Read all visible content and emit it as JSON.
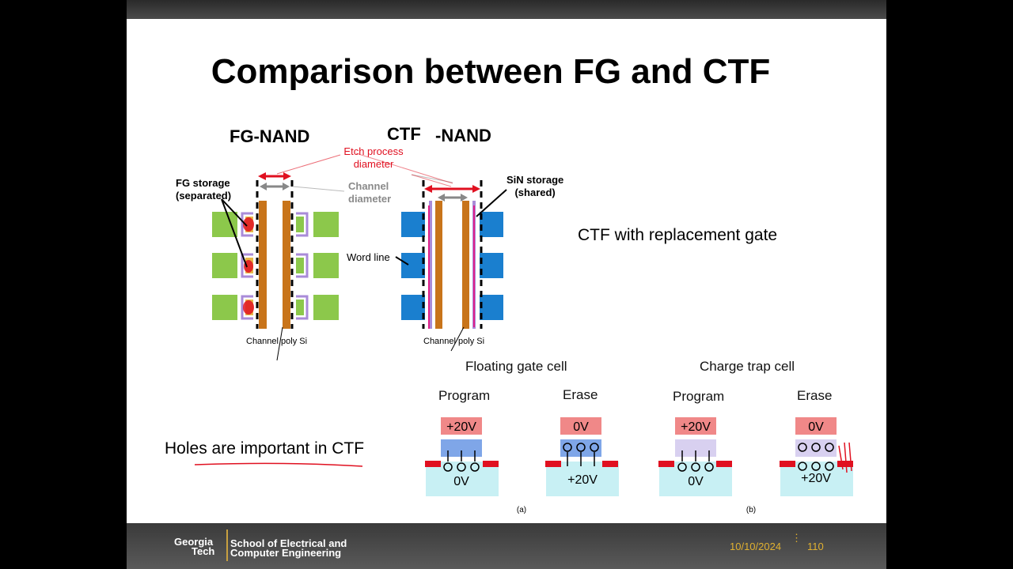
{
  "slide": {
    "title": "Comparison between FG and CTF",
    "fg_heading": "FG-NAND",
    "ctf_heading_a": "CTF",
    "ctf_heading_b": "-NAND",
    "etch_label_1": "Etch process",
    "etch_label_2": "diameter",
    "channel_label_1": "Channel",
    "channel_label_2": "diameter",
    "fg_storage_1": "FG storage",
    "fg_storage_2": "(separated)",
    "sin_storage_1": "SiN storage",
    "sin_storage_2": "(shared)",
    "word_line": "Word line",
    "channel_poly_fg": "Channel poly Si",
    "channel_poly_ctf": "Channel poly Si",
    "replacement_gate": "CTF with replacement gate",
    "holes_note": "Holes are important in CTF",
    "floating_gate_cell": "Floating gate cell",
    "charge_trap_cell": "Charge trap cell",
    "cells": [
      {
        "op": "Program",
        "top": "+20V",
        "bottom": "0V"
      },
      {
        "op": "Erase",
        "top": "0V",
        "bottom": "+20V"
      },
      {
        "op": "Program",
        "top": "+20V",
        "bottom": "0V"
      },
      {
        "op": "Erase",
        "top": "0V",
        "bottom": "+20V"
      }
    ],
    "fig_a": "(a)",
    "fig_b": "(b)"
  },
  "footer": {
    "logo_line1": "Georgia",
    "logo_line2": "Tech",
    "school_line1": "School of Electrical and",
    "school_line2": "Computer Engineering",
    "date": "10/10/2024",
    "page": "110"
  },
  "colors": {
    "orange_channel": "#c8741a",
    "green_gate": "#8cc84b",
    "blue_gate": "#1a7fcf",
    "purple_fg": "#a98bd8",
    "red_annot": "#e01020",
    "pink_gate": "#f08888",
    "blue_layer": "#7fa6e8",
    "cyan_sub": "#c8f0f4"
  }
}
